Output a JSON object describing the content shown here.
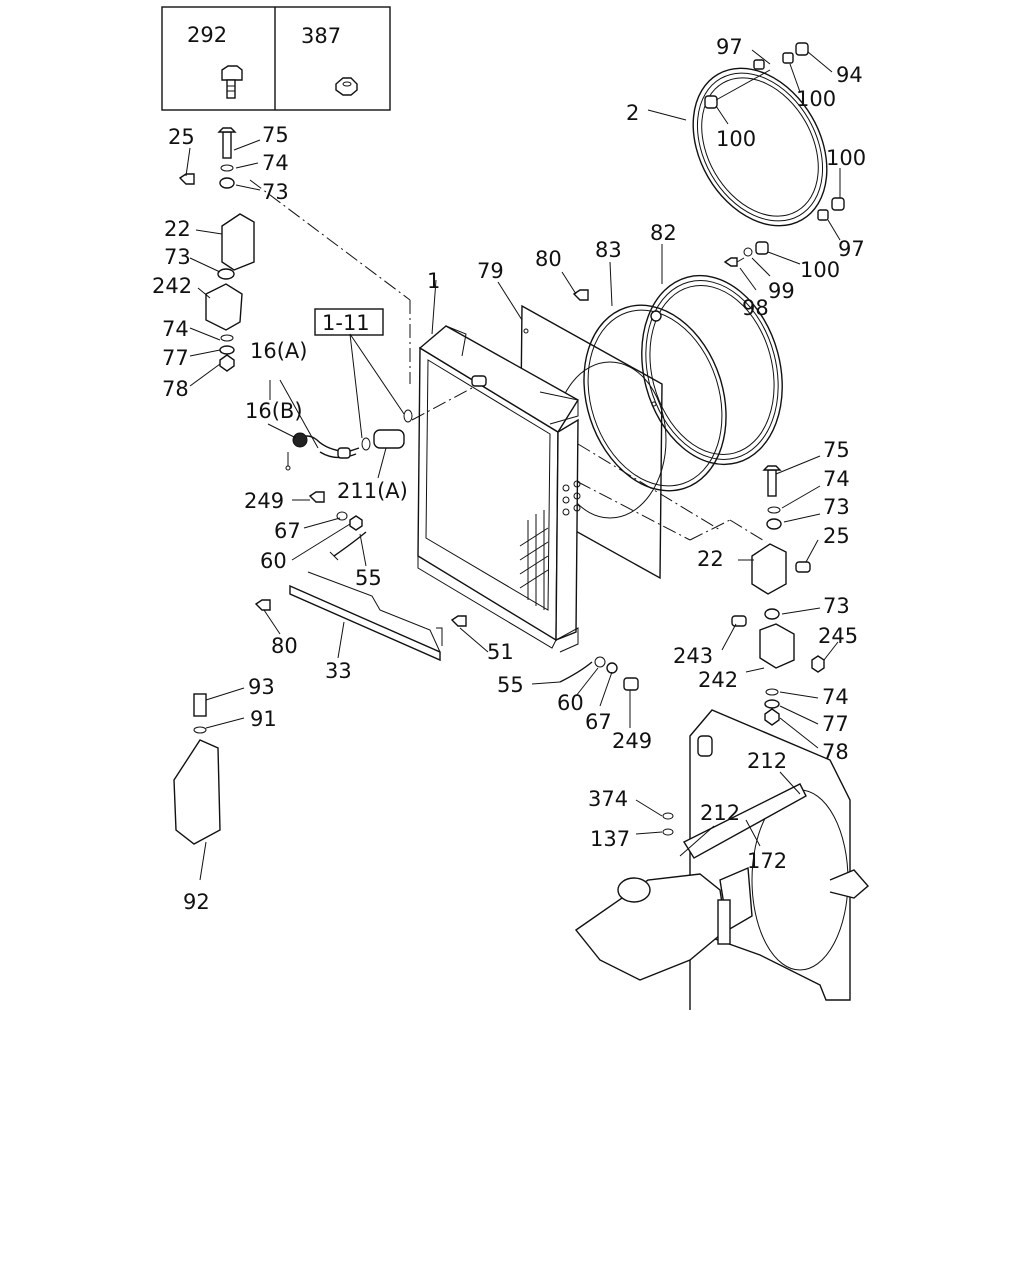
{
  "inset": {
    "items": [
      {
        "number": "292",
        "part": "bolt"
      },
      {
        "number": "387",
        "part": "nut"
      }
    ]
  },
  "group_ref": "1-11",
  "labels": {
    "l_25a": "25",
    "l_75a": "75",
    "l_74a": "74",
    "l_73a": "73",
    "l_22a": "22",
    "l_73b": "73",
    "l_242a": "242",
    "l_74b": "74",
    "l_77a": "77",
    "l_78a": "78",
    "l_16a": "16(A)",
    "l_16b": "16(B)",
    "l_211a": "211(A)",
    "l_1": "1",
    "l_79": "79",
    "l_80a": "80",
    "l_83": "83",
    "l_82": "82",
    "l_97a": "97",
    "l_94": "94",
    "l_100a": "100",
    "l_2": "2",
    "l_100b": "100",
    "l_100c": "100",
    "l_97b": "97",
    "l_100d": "100",
    "l_98": "98",
    "l_99": "99",
    "l_249a": "249",
    "l_67a": "67",
    "l_60a": "60",
    "l_55a": "55",
    "l_80b": "80",
    "l_33": "33",
    "l_51": "51",
    "l_55b": "55",
    "l_60b": "60",
    "l_67b": "67",
    "l_249b": "249",
    "l_75b": "75",
    "l_74c": "74",
    "l_73c": "73",
    "l_25b": "25",
    "l_22b": "22",
    "l_73d": "73",
    "l_243": "243",
    "l_245": "245",
    "l_242b": "242",
    "l_74d": "74",
    "l_77b": "77",
    "l_78b": "78",
    "l_93": "93",
    "l_91": "91",
    "l_92": "92",
    "l_212a": "212",
    "l_374": "374",
    "l_212b": "212",
    "l_137": "137",
    "l_172": "172"
  }
}
